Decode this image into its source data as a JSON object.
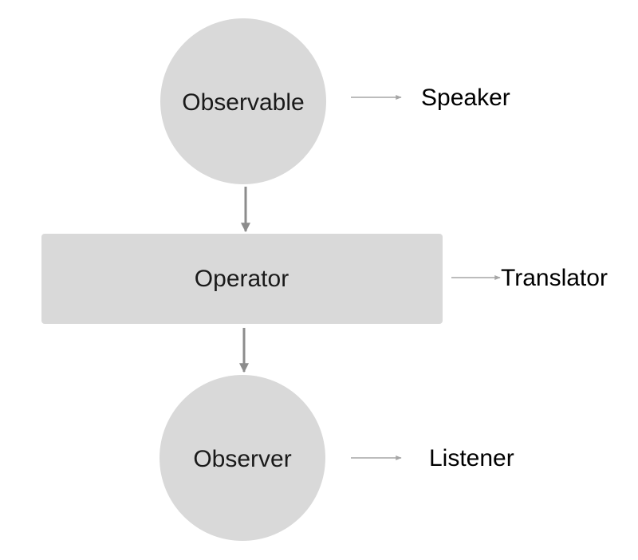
{
  "colors": {
    "node_fill": "#d9d9d9",
    "flow_arrow": "#8c8c8c",
    "mapping_arrow": "#a6a6a6",
    "text": "#111111"
  },
  "nodes": {
    "observable": {
      "label": "Observable",
      "shape": "circle"
    },
    "operator": {
      "label": "Operator",
      "shape": "rounded-rectangle"
    },
    "observer": {
      "label": "Observer",
      "shape": "circle"
    }
  },
  "analogies": {
    "observable": "Speaker",
    "operator": "Translator",
    "observer": "Listener"
  },
  "edges": [
    {
      "from": "observable",
      "to": "operator"
    },
    {
      "from": "operator",
      "to": "observer"
    }
  ]
}
